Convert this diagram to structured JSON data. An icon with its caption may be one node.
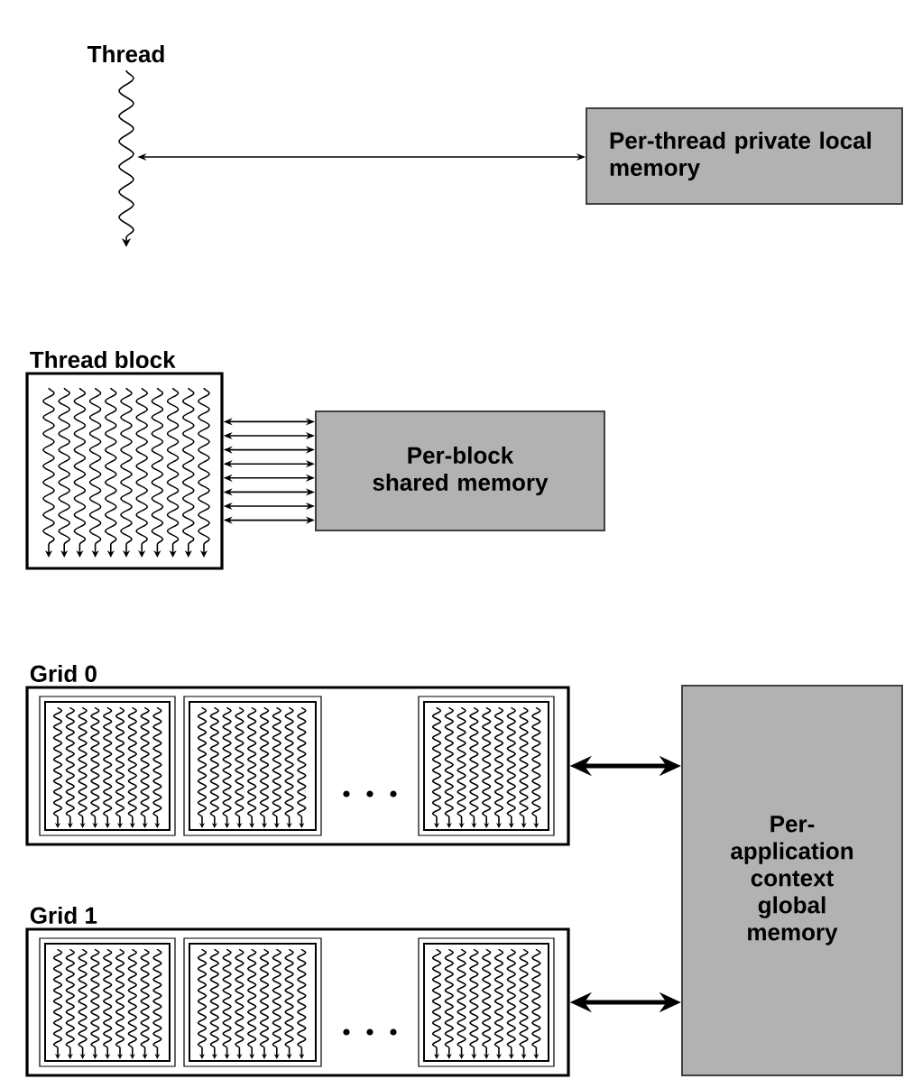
{
  "diagram": {
    "nodes": [
      {
        "text": [
          "Thread"
        ]
      },
      {
        "text": [
          "Per-thread private local memory"
        ]
      },
      {
        "text": [
          "Thread block"
        ]
      },
      {
        "text": [
          "Per-block shared memory"
        ]
      },
      {
        "text": [
          "Grid 0"
        ]
      },
      {
        "text": [],
        "shape": "box",
        "in": 4
      },
      {
        "text": [],
        "shape": "box",
        "in": 4
      },
      {
        "text": [],
        "shape": "box",
        "in": 4
      },
      {
        "text": [
          "Grid 1"
        ]
      },
      {
        "text": [],
        "shape": "box",
        "in": 8
      },
      {
        "text": [],
        "shape": "box",
        "in": 8
      },
      {
        "text": [],
        "shape": "box",
        "in": 8
      },
      {
        "text": [
          "Per-application context global memory"
        ]
      }
    ],
    "edges": [
      {
        "from": 0,
        "to": 1,
        "arrow": "both"
      },
      {
        "from": 2,
        "to": 3,
        "arrow": "both"
      },
      {
        "from": 2,
        "to": 3,
        "arrow": "both"
      },
      {
        "from": 2,
        "to": 3,
        "arrow": "both"
      },
      {
        "from": 2,
        "to": 3,
        "arrow": "both"
      },
      {
        "from": 2,
        "to": 3,
        "arrow": "both"
      },
      {
        "from": 2,
        "to": 3,
        "arrow": "both"
      },
      {
        "from": 2,
        "to": 3,
        "arrow": "both"
      },
      {
        "from": 2,
        "to": 3,
        "arrow": "both"
      },
      {
        "from": 4,
        "to": 12,
        "arrow": "both",
        "style": "thick"
      },
      {
        "from": 8,
        "to": 12,
        "arrow": "both",
        "style": "thick"
      }
    ]
  }
}
